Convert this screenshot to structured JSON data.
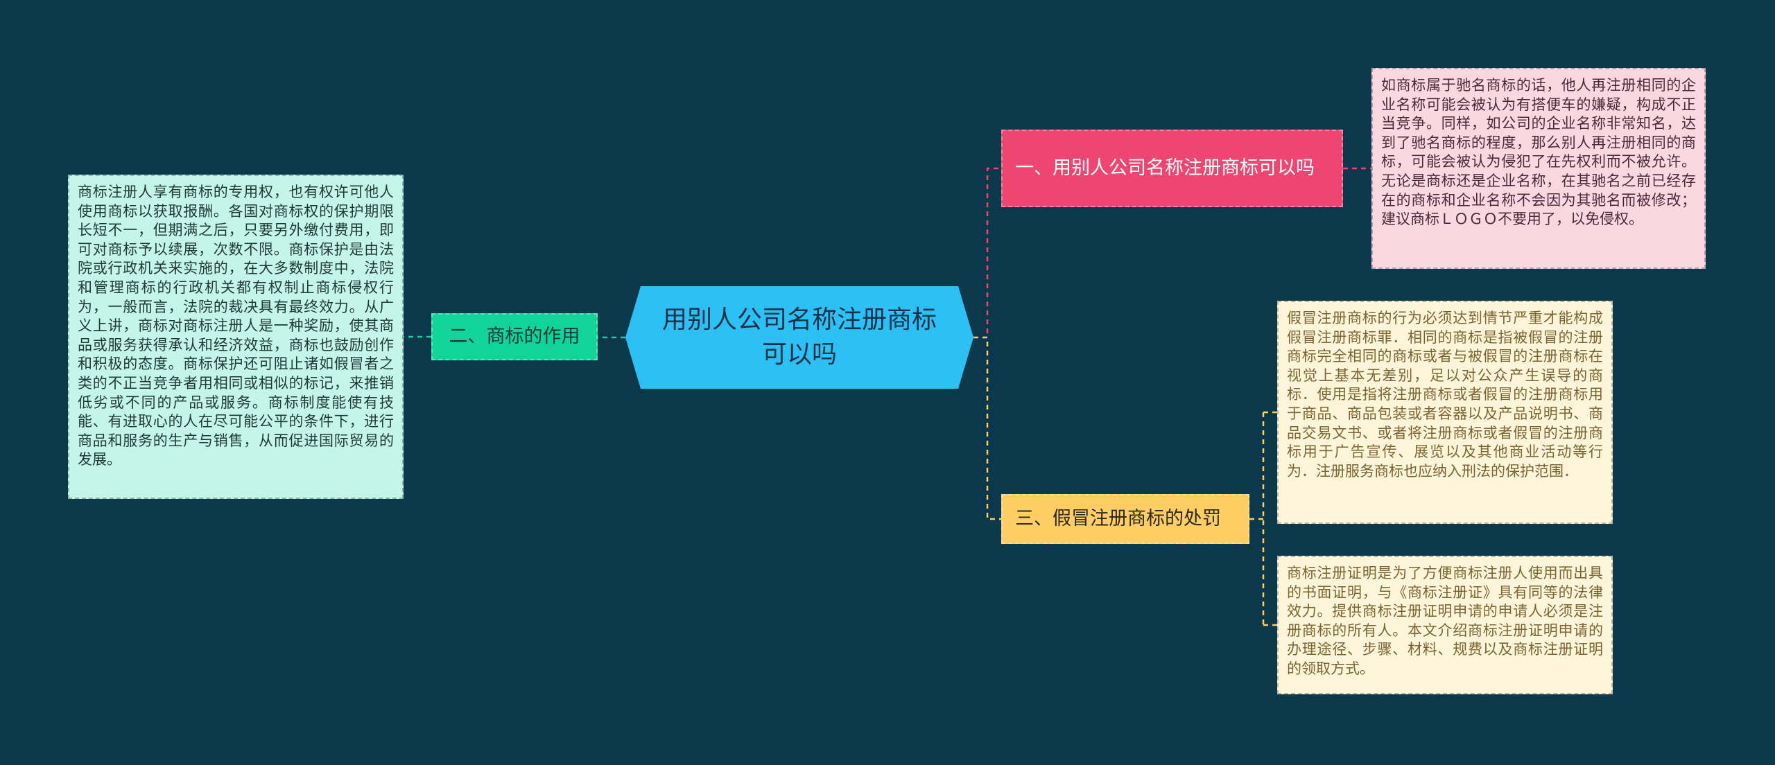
{
  "colors": {
    "background": "#0b384b",
    "central": "#2cc0f4",
    "branch_1": "#ee4670",
    "branch_2": "#12d39a",
    "branch_3": "#fecd63",
    "leaf_1": "#fbd8e1",
    "leaf_2": "#c5f5e8",
    "leaf_3": "#fff5da"
  },
  "central": {
    "title": "用别人公司名称注册商标可以吗"
  },
  "branches": [
    {
      "label": "一、用别人公司名称注册商标可以吗",
      "leaves": [
        "如商标属于驰名商标的话，他人再注册相同的企业名称可能会被认为有搭便车的嫌疑，构成不正当竞争。同样，如公司的企业名称非常知名，达到了驰名商标的程度，那么别人再注册相同的商标，可能会被认为侵犯了在先权利而不被允许。无论是商标还是企业名称，在其驰名之前已经存在的商标和企业名称不会因为其驰名而被修改；建议商标ＬＯＧＯ不要用了，以免侵权。"
      ]
    },
    {
      "label": "二、商标的作用",
      "leaves": [
        "商标注册人享有商标的专用权，也有权许可他人使用商标以获取报酬。各国对商标权的保护期限长短不一，但期满之后，只要另外缴付费用，即可对商标予以续展，次数不限。商标保护是由法院或行政机关来实施的，在大多数制度中，法院和管理商标的行政机关都有权制止商标侵权行为，一般而言，法院的裁决具有最终效力。从广义上讲，商标对商标注册人是一种奖励，使其商品或服务获得承认和经济效益，商标也鼓励创作和积极的态度。商标保护还可阻止诸如假冒者之类的不正当竞争者用相同或相似的标记，来推销低劣或不同的产品或服务。商标制度能使有技能、有进取心的人在尽可能公平的条件下，进行商品和服务的生产与销售，从而促进国际贸易的发展。"
      ]
    },
    {
      "label": "三、假冒注册商标的处罚",
      "leaves": [
        "假冒注册商标的行为必须达到情节严重才能构成假冒注册商标罪．相同的商标是指被假冒的注册商标完全相同的商标或者与被假冒的注册商标在视觉上基本无差别，足以对公众产生误导的商标．使用是指将注册商标或者假冒的注册商标用于商品、商品包装或者容器以及产品说明书、商品交易文书、或者将注册商标或者假冒的注册商标用于广告宣传、展览以及其他商业活动等行为．注册服务商标也应纳入刑法的保护范围．",
        "商标注册证明是为了方便商标注册人使用而出具的书面证明，与《商标注册证》具有同等的法律效力。提供商标注册证明申请的申请人必须是注册商标的所有人。本文介绍商标注册证明申请的办理途径、步骤、材料、规费以及商标注册证明的领取方式。"
      ]
    }
  ]
}
